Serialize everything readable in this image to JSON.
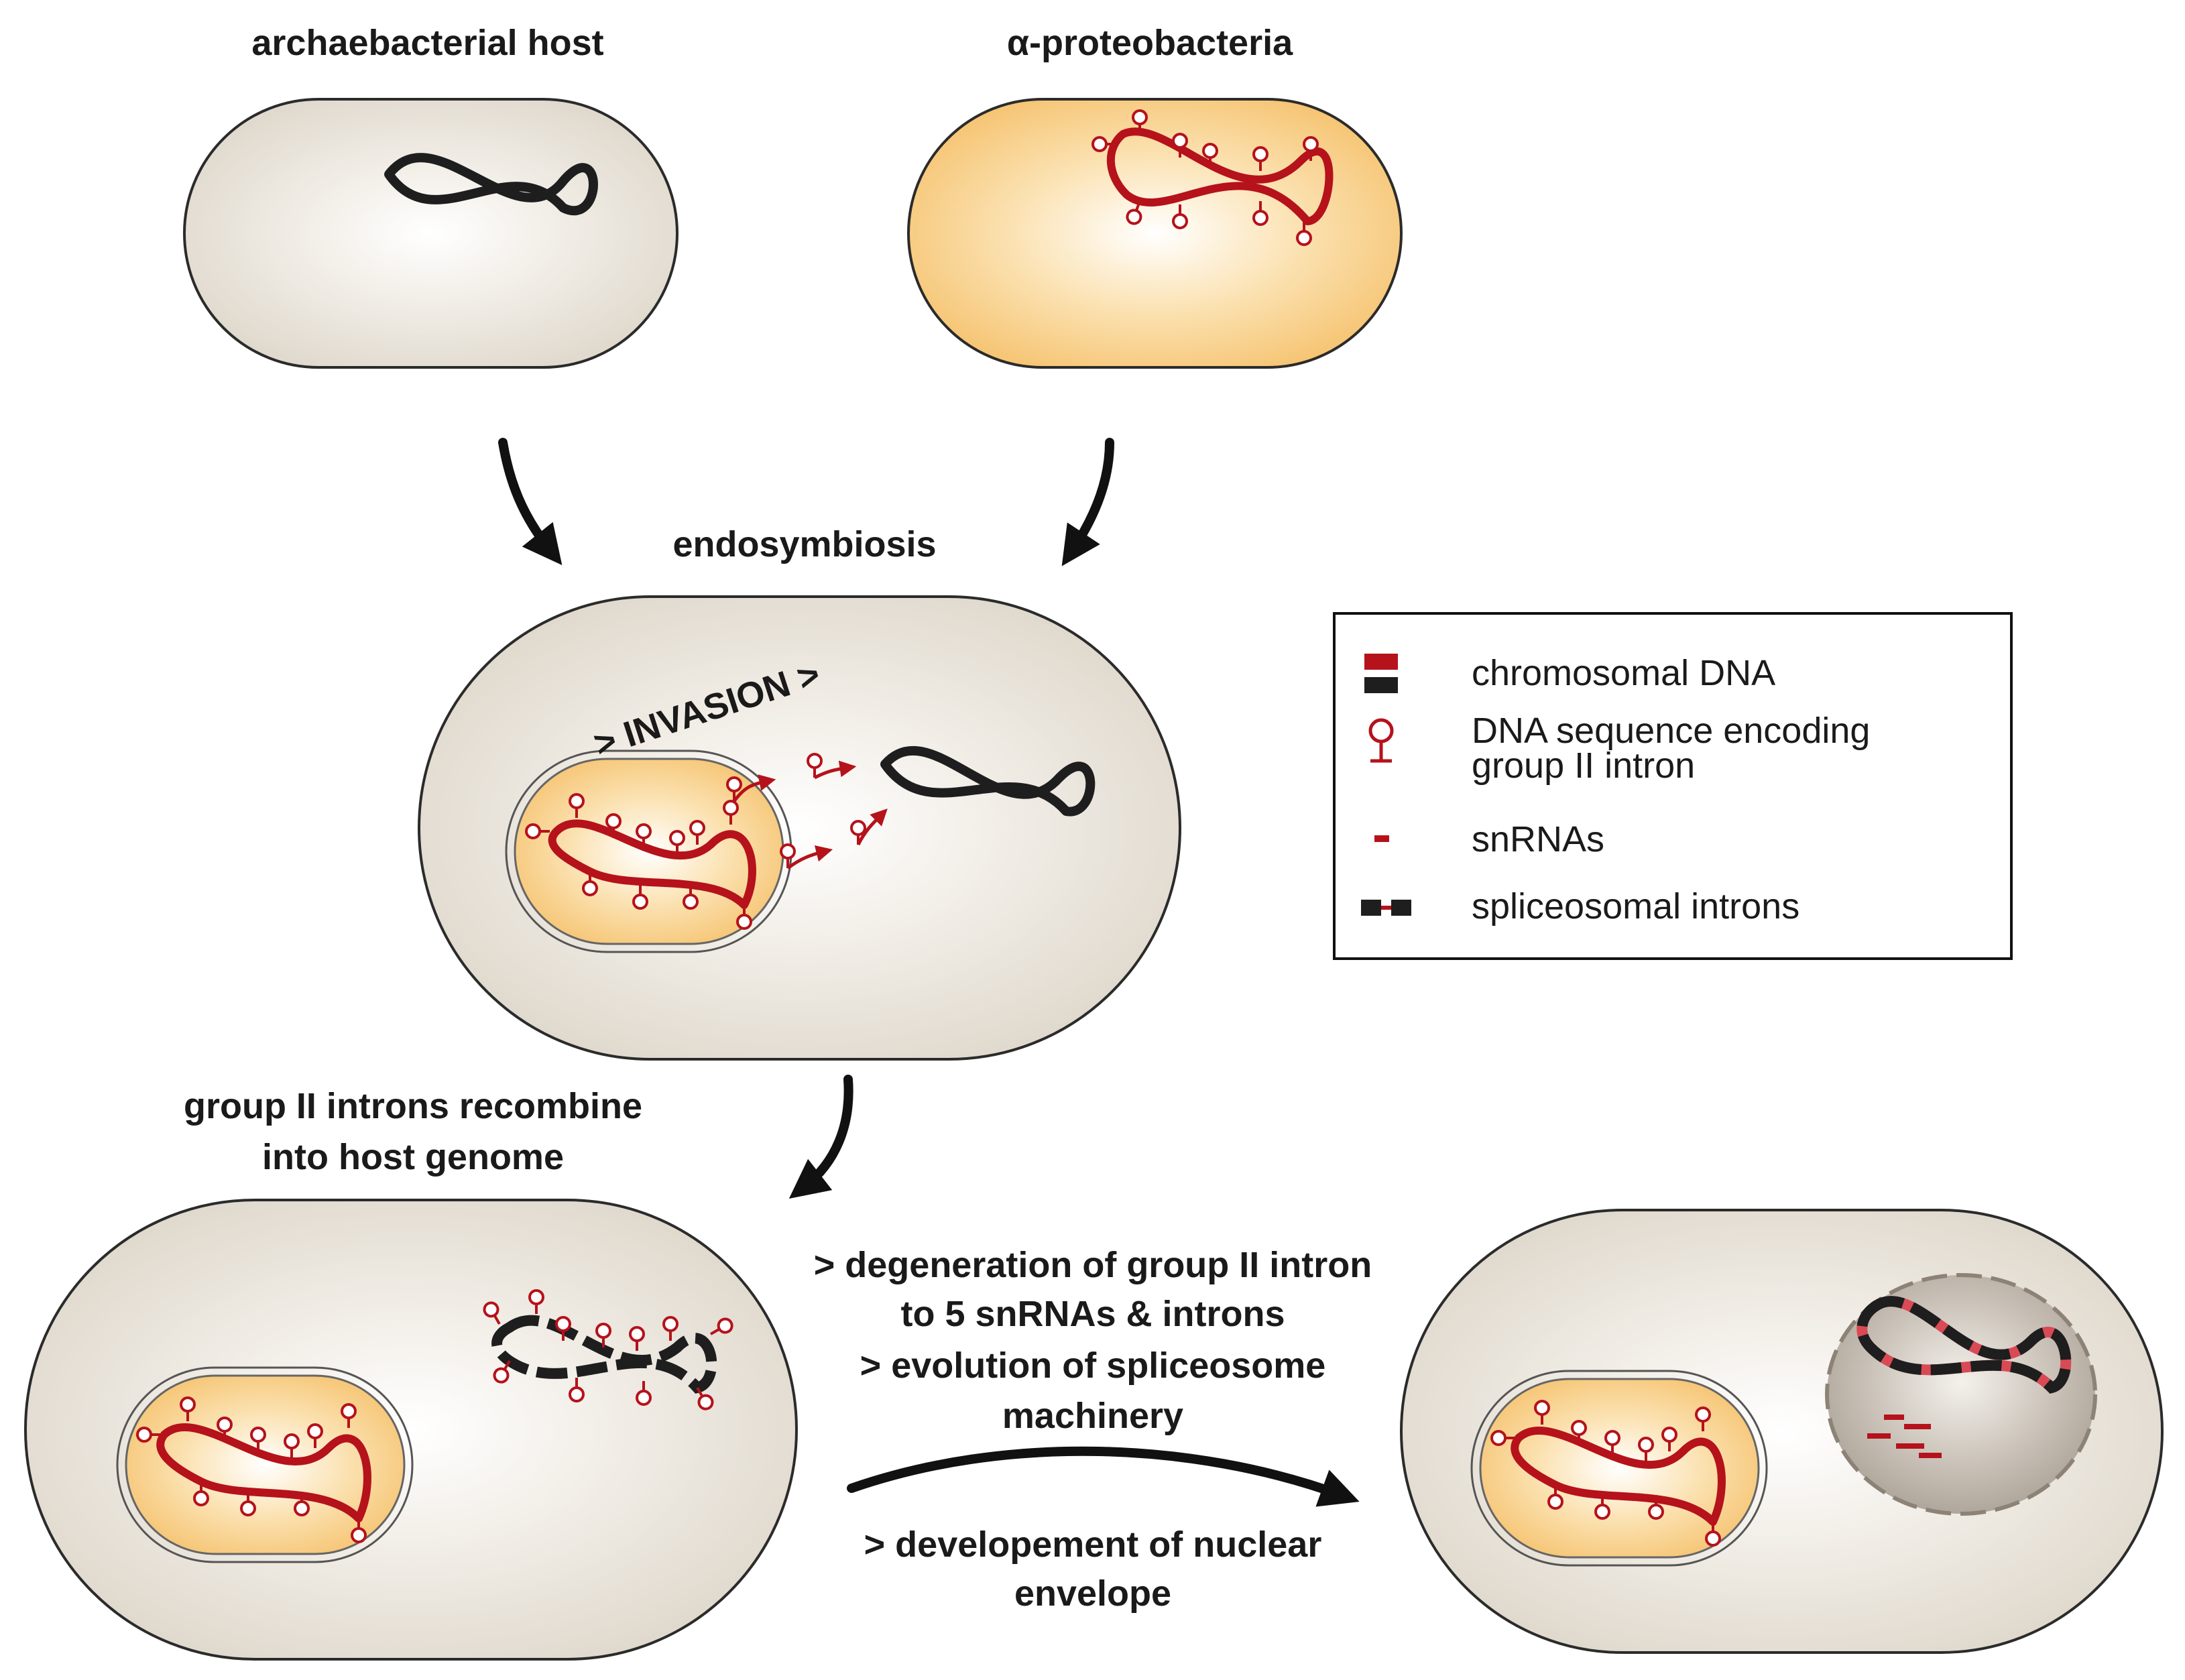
{
  "labels": {
    "archaea": "archaebacterial host",
    "alpha": "α-proteobacteria",
    "endosymbiosis": "endosymbiosis",
    "invasion": "> INVASION >",
    "recombine_line1": "group II introns recombine",
    "recombine_line2": "into host genome",
    "step_line1": "> degeneration of group II intron",
    "step_line2": "to 5 snRNAs & introns",
    "step_line3": "> evolution of spliceosome",
    "step_line4": "machinery",
    "step_line5": "> developement of nuclear",
    "step_line6": "envelope"
  },
  "legend": {
    "items": [
      {
        "label": "chromosomal DNA"
      },
      {
        "label_line1": "DNA sequence encoding",
        "label_line2": "group II intron"
      },
      {
        "label": "snRNAs"
      },
      {
        "label": "spliceosomal introns"
      }
    ]
  },
  "colors": {
    "cell_fill": "#e9e4da",
    "bacteria_fill": "#f8d08a",
    "dna_red": "#b5121b",
    "dna_black": "#1e1e1e",
    "nucleus_fill": "#b7afa6"
  }
}
